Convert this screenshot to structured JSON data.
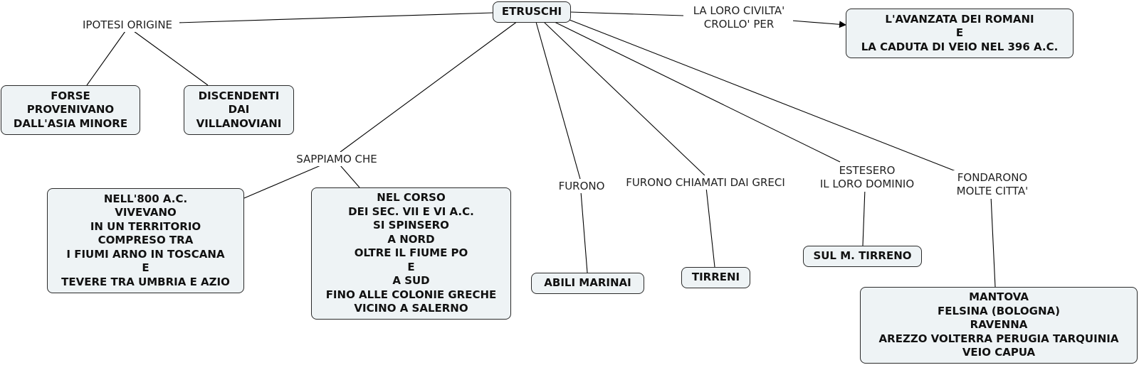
{
  "colors": {
    "node_fill": "#eef3f5",
    "node_border": "#2a2a2a",
    "line": "#000000"
  },
  "diagram": {
    "root": {
      "lines": [
        "ETRUSCHI"
      ]
    },
    "origin": {
      "label": [
        "IPOTESI ORIGINE"
      ],
      "asia": [
        "FORSE",
        "PROVENIVANO",
        "DALL'ASIA MINORE"
      ],
      "villanoviani": [
        "DISCENDENTI",
        "DAI",
        "VILLANOVIANI"
      ]
    },
    "fall": {
      "label": [
        "LA LORO CIVILTA'",
        "CROLLO' PER"
      ],
      "romans": [
        "L'AVANZATA DEI ROMANI",
        "E",
        "LA CADUTA DI VEIO NEL 396 A.C."
      ]
    },
    "known": {
      "label": [
        "SAPPIAMO CHE"
      ],
      "territory": [
        "NELL'800 A.C.",
        "VIVEVANO",
        "IN UN TERRITORIO",
        "COMPRESO TRA",
        "I FIUMI ARNO IN TOSCANA",
        "E",
        "TEVERE TRA UMBRIA E AZIO"
      ],
      "expansion": [
        "NEL CORSO",
        "DEI SEC. VII E VI A.C.",
        "SI SPINSERO",
        "A NORD",
        "OLTRE IL FIUME PO",
        "E",
        "A SUD",
        "FINO ALLE COLONIE GRECHE",
        "VICINO A SALERNO"
      ]
    },
    "were": {
      "label": [
        "FURONO"
      ],
      "sailors": [
        "ABILI MARINAI"
      ]
    },
    "greek_name": {
      "label": [
        "FURONO CHIAMATI DAI GRECI"
      ],
      "tirreni": [
        "TIRRENI"
      ]
    },
    "domain": {
      "label": [
        "ESTESERO",
        "IL LORO DOMINIO"
      ],
      "sea": [
        "SUL M. TIRRENO"
      ]
    },
    "cities": {
      "label": [
        "FONDARONO",
        "MOLTE CITTA'"
      ],
      "list": [
        "MANTOVA",
        "FELSINA (BOLOGNA)",
        "RAVENNA",
        "AREZZO VOLTERRA PERUGIA TARQUINIA",
        "VEIO CAPUA"
      ]
    }
  }
}
